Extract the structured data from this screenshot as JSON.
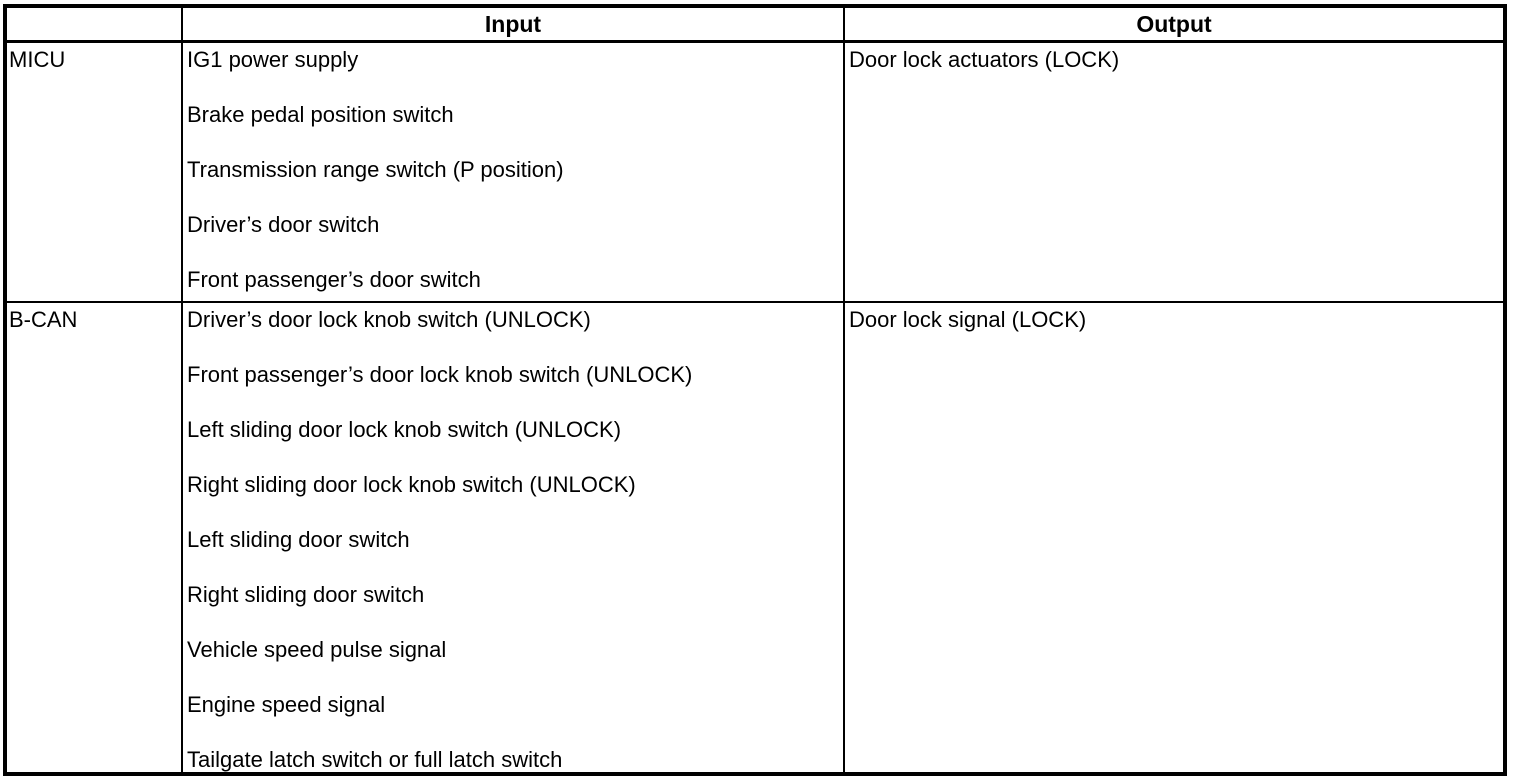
{
  "table": {
    "headers": {
      "source": "",
      "input": "Input",
      "output": "Output"
    },
    "rows": [
      {
        "source": "MICU",
        "inputs": [
          "IG1 power supply",
          "Brake pedal position switch",
          "Transmission range switch (P position)",
          "Driver’s door switch",
          "Front passenger’s door switch"
        ],
        "output": "Door lock actuators (LOCK)"
      },
      {
        "source": "B-CAN",
        "inputs": [
          "Driver’s door lock knob switch (UNLOCK)",
          "Front passenger’s door lock knob switch (UNLOCK)",
          "Left sliding door lock knob switch (UNLOCK)",
          "Right sliding door lock knob switch (UNLOCK)",
          "Left sliding door switch",
          "Right sliding door switch",
          "Vehicle speed pulse signal",
          "Engine speed signal",
          "Tailgate latch switch or full latch switch"
        ],
        "output": "Door lock signal (LOCK)"
      }
    ]
  },
  "colors": {
    "background": "#ffffff",
    "border": "#000000",
    "text": "#000000"
  }
}
